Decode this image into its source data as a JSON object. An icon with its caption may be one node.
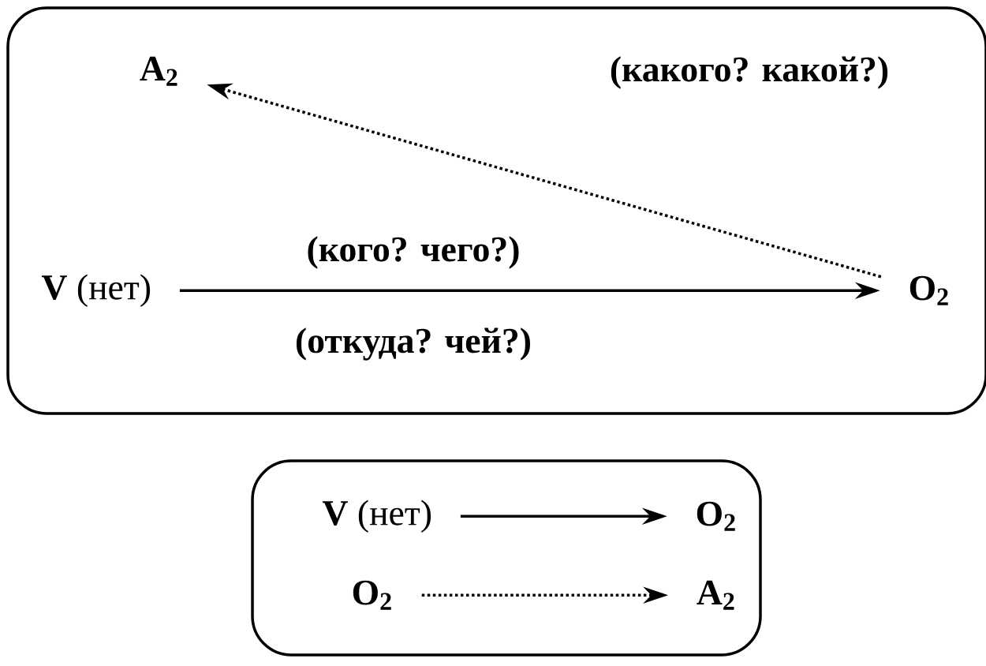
{
  "diagram": {
    "nodes": [
      {
        "text": [],
        "shape": "box"
      },
      {
        "text": [
          "A$_{2}$"
        ],
        "in": 0
      },
      {
        "text": [
          "**V** (нет)"
        ],
        "in": 0
      },
      {
        "text": [
          "O$_{2}$"
        ],
        "in": 0
      },
      {
        "text": [],
        "shape": "box"
      },
      {
        "text": [
          "**V** (нет)"
        ],
        "in": 4
      },
      {
        "text": [
          "O$_{2}$"
        ],
        "in": 4
      },
      {
        "text": [
          "O$_{2}$"
        ],
        "in": 4
      },
      {
        "text": [
          "A$_{2}$"
        ],
        "in": 4
      }
    ],
    "edges": [
      {
        "from": 3,
        "to": 1,
        "arrow": "to",
        "style": "dashed",
        "label": "(какого? какой?)"
      },
      {
        "from": 2,
        "to": 3,
        "arrow": "to",
        "label": "(кого? чего?)"
      },
      {
        "from": 5,
        "to": 6,
        "arrow": "to"
      },
      {
        "from": 7,
        "to": 8,
        "arrow": "to",
        "style": "dashed"
      }
    ],
    "labels": [
      "(откуда? чей?)"
    ]
  }
}
